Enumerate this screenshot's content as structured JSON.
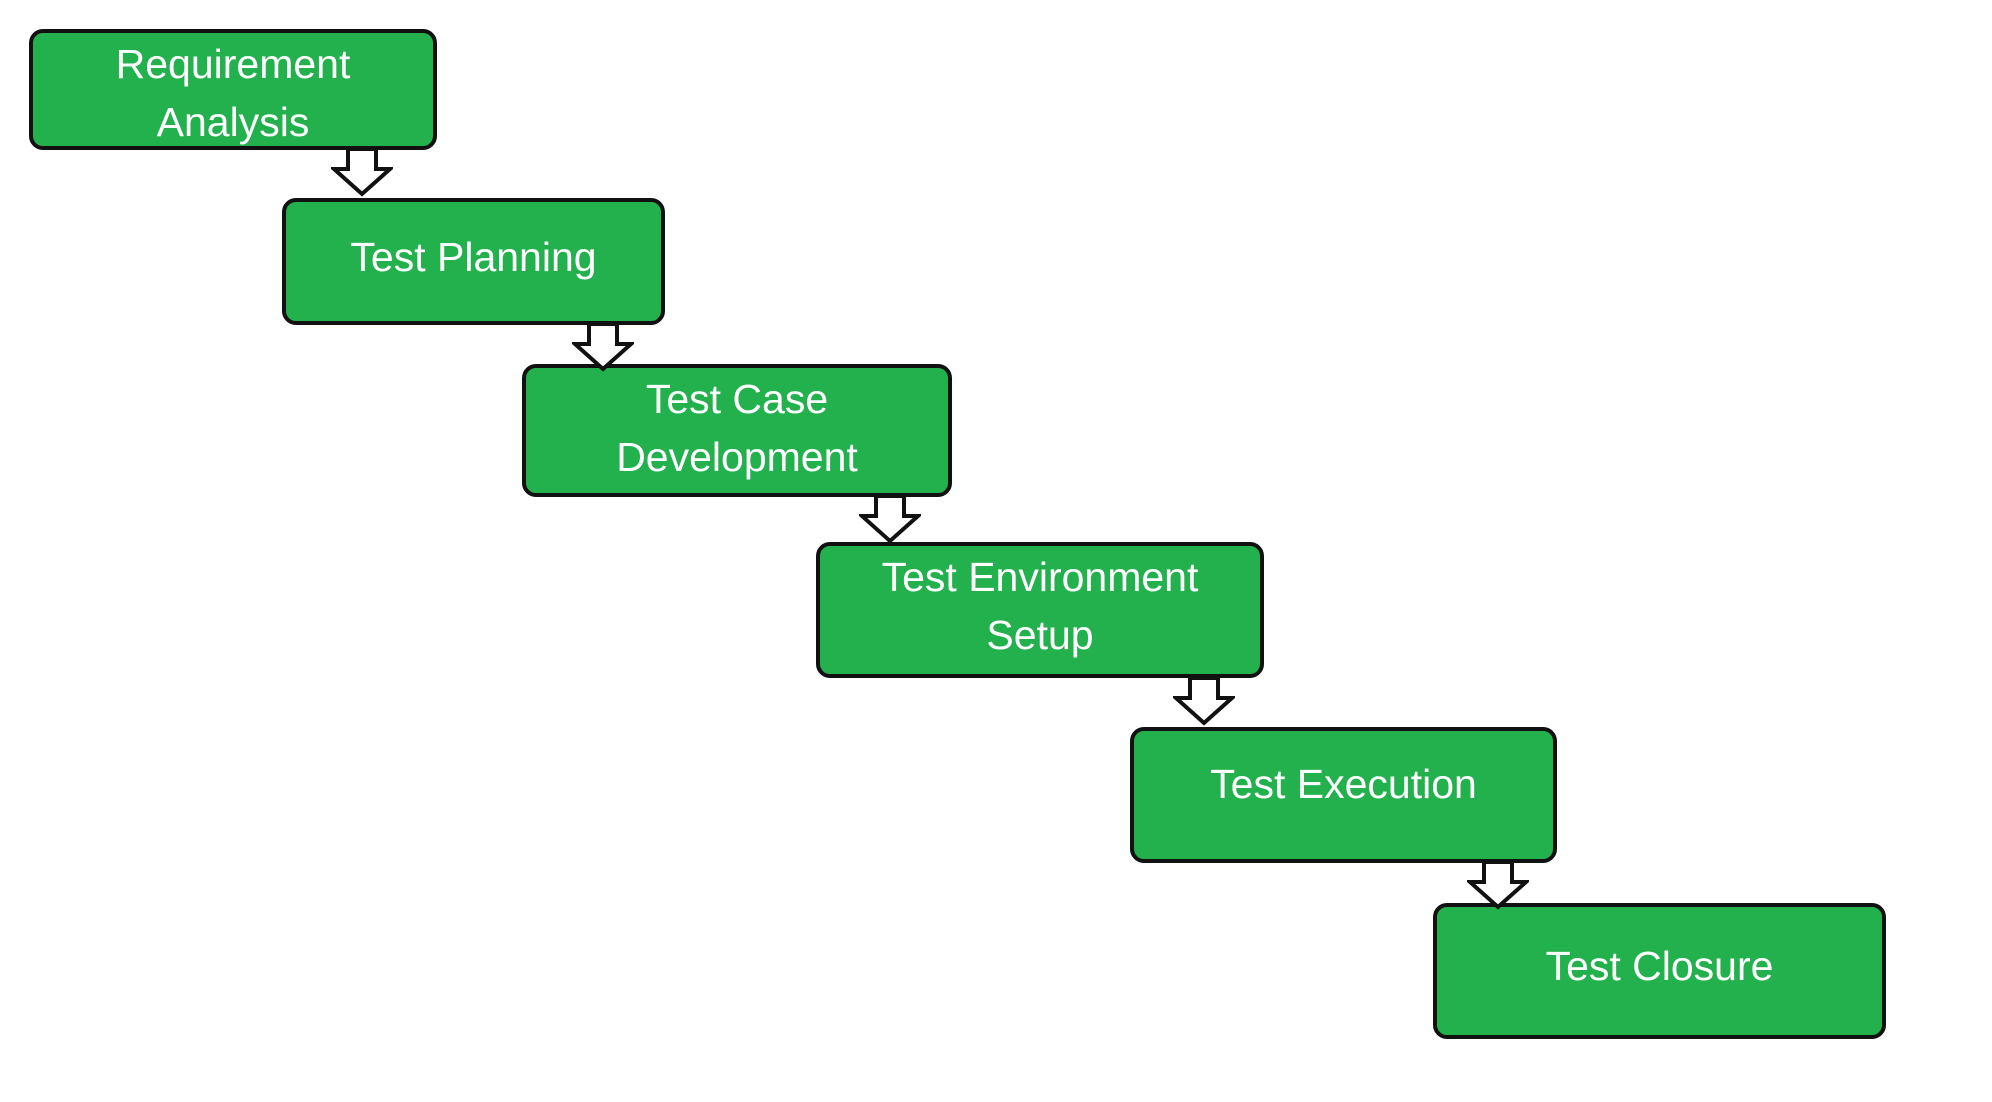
{
  "theme": {
    "box_fill": "#22b14c",
    "box_border": "#111111",
    "text_color": "#ffffff",
    "arrow_fill": "#ffffff",
    "arrow_stroke": "#111111"
  },
  "steps": [
    {
      "label": "Requirement\nAnalysis"
    },
    {
      "label": "Test Planning"
    },
    {
      "label": "Test Case\nDevelopment"
    },
    {
      "label": "Test Environment\nSetup"
    },
    {
      "label": "Test Execution"
    },
    {
      "label": "Test Closure"
    }
  ],
  "connectors": [
    {
      "from": "Requirement Analysis",
      "to": "Test Planning",
      "icon": "down-arrow-icon"
    },
    {
      "from": "Test Planning",
      "to": "Test Case Development",
      "icon": "down-arrow-icon"
    },
    {
      "from": "Test Case Development",
      "to": "Test Environment Setup",
      "icon": "down-arrow-icon"
    },
    {
      "from": "Test Environment Setup",
      "to": "Test Execution",
      "icon": "down-arrow-icon"
    },
    {
      "from": "Test Execution",
      "to": "Test Closure",
      "icon": "down-arrow-icon"
    }
  ]
}
